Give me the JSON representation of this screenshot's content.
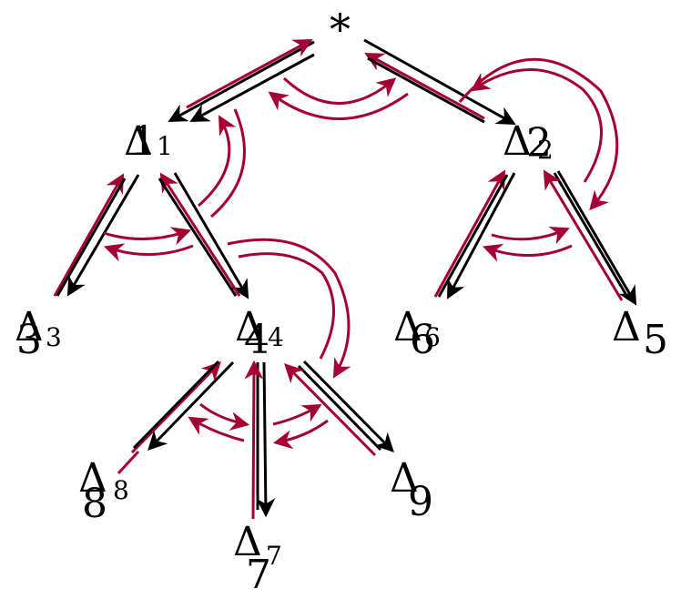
{
  "colors": {
    "black_edge": "#000000",
    "red_edge": "#a50034",
    "background": "#ffffff"
  },
  "root": {
    "label": "*"
  },
  "nodes": [
    {
      "id": "n1",
      "delta": "Δ",
      "sub": "1",
      "ghost": "1"
    },
    {
      "id": "n2",
      "delta": "Δ",
      "sub": "2",
      "ghost": "2"
    },
    {
      "id": "n3",
      "delta": "Δ",
      "sub": "3",
      "ghost": "3"
    },
    {
      "id": "n4",
      "delta": "Δ",
      "sub": "4",
      "ghost": "4"
    },
    {
      "id": "n5",
      "delta": "Δ",
      "sub": "",
      "ghost": "5"
    },
    {
      "id": "n6",
      "delta": "Δ",
      "sub": "6",
      "ghost": "6"
    },
    {
      "id": "n7",
      "delta": "Δ",
      "sub": "7",
      "ghost": "7"
    },
    {
      "id": "n8",
      "delta": "Δ",
      "sub": "8",
      "ghost": "8"
    },
    {
      "id": "n9",
      "delta": "Δ",
      "sub": "",
      "ghost": "9"
    }
  ]
}
